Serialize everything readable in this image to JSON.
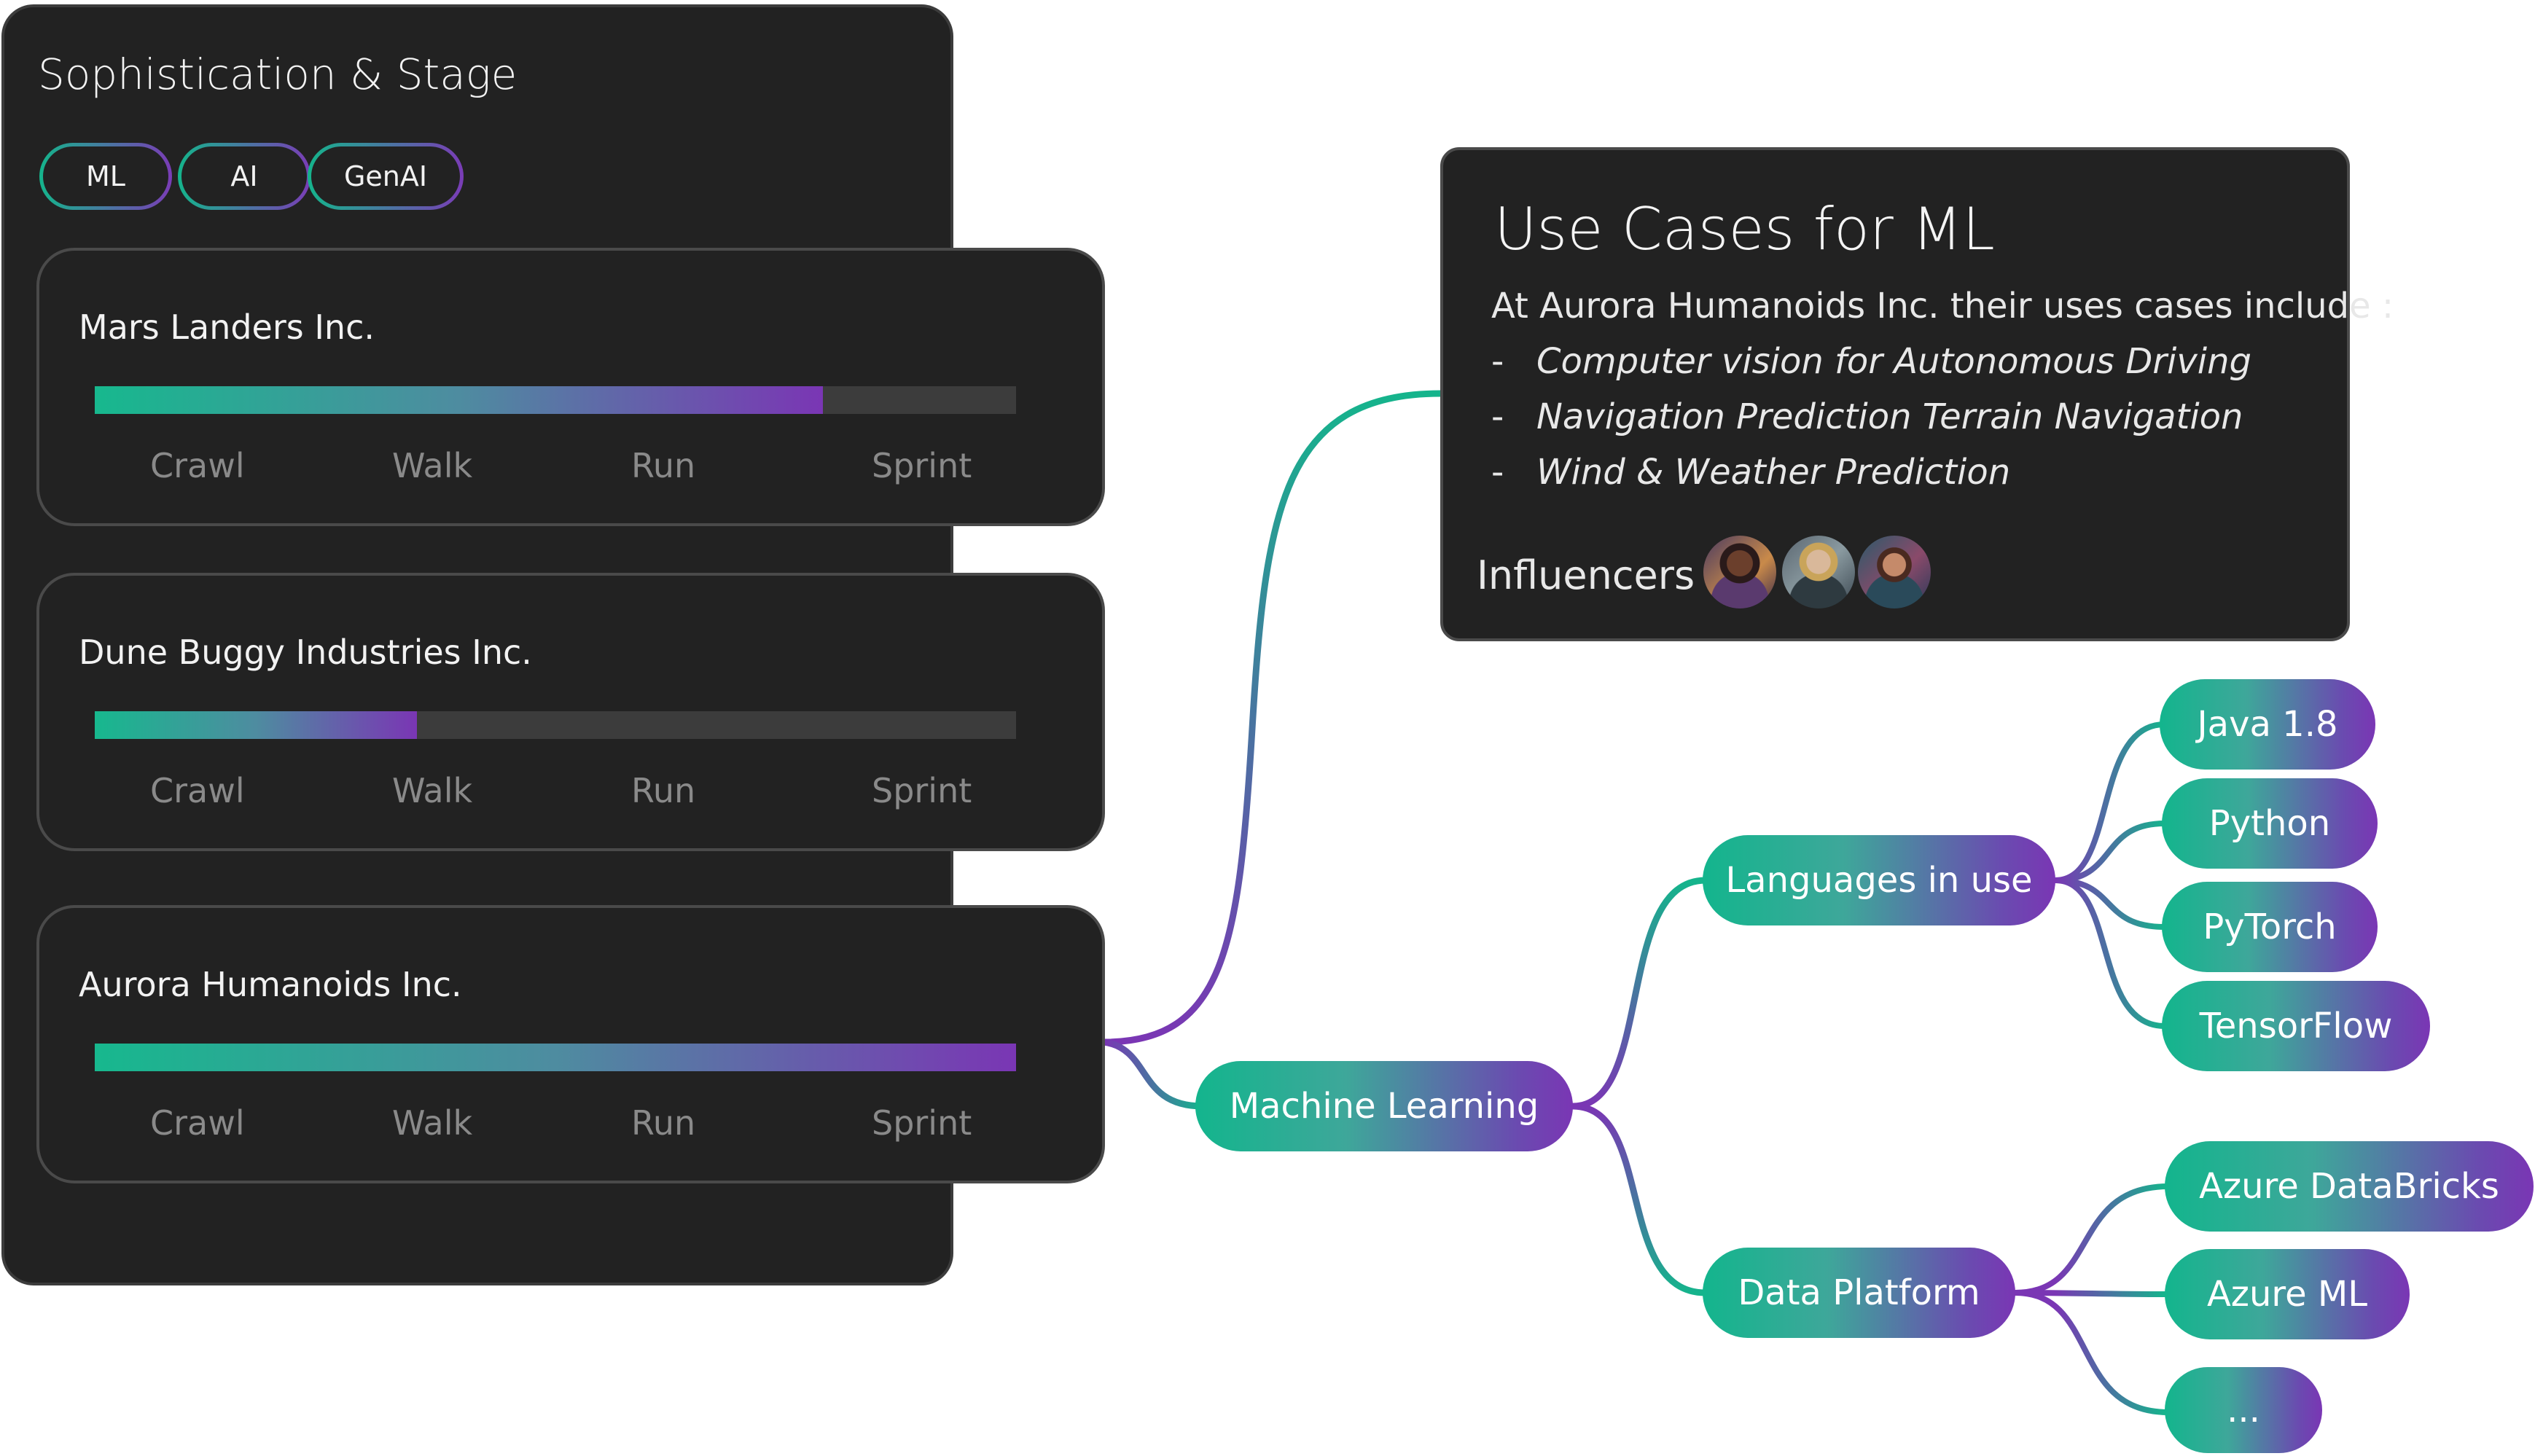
{
  "panel": {
    "title": "Sophistication & Stage",
    "filters": [
      {
        "label": "ML"
      },
      {
        "label": "AI"
      },
      {
        "label": "GenAI"
      }
    ]
  },
  "stages": [
    "Crawl",
    "Walk",
    "Run",
    "Sprint"
  ],
  "companies": [
    {
      "name": "Mars Landers Inc.",
      "progress": 0.79
    },
    {
      "name": "Dune Buggy Industries Inc.",
      "progress": 0.35
    },
    {
      "name": "Aurora Humanoids Inc.",
      "progress": 1.0
    }
  ],
  "use_cases": {
    "title": "Use Cases for ML",
    "intro": "At Aurora Humanoids Inc. their uses cases include :",
    "items": [
      "Computer vision for Autonomous Driving",
      "Navigation Prediction Terrain Navigation",
      "Wind & Weather Prediction"
    ],
    "influencers_label": "Influencers",
    "influencers": [
      {
        "icon": "influencer-avatar-1"
      },
      {
        "icon": "influencer-avatar-2"
      },
      {
        "icon": "influencer-avatar-3"
      }
    ]
  },
  "mindmap": {
    "root": "Machine Learning",
    "languages": {
      "label": "Languages in use",
      "children": [
        "Java 1.8",
        "Python",
        "PyTorch",
        "TensorFlow"
      ]
    },
    "platform": {
      "label": "Data Platform",
      "children": [
        "Azure DataBricks",
        "Azure ML",
        "..."
      ]
    }
  },
  "colors": {
    "accent_start": "#15b48c",
    "accent_end": "#7a36b4",
    "panel_bg": "#222222"
  }
}
